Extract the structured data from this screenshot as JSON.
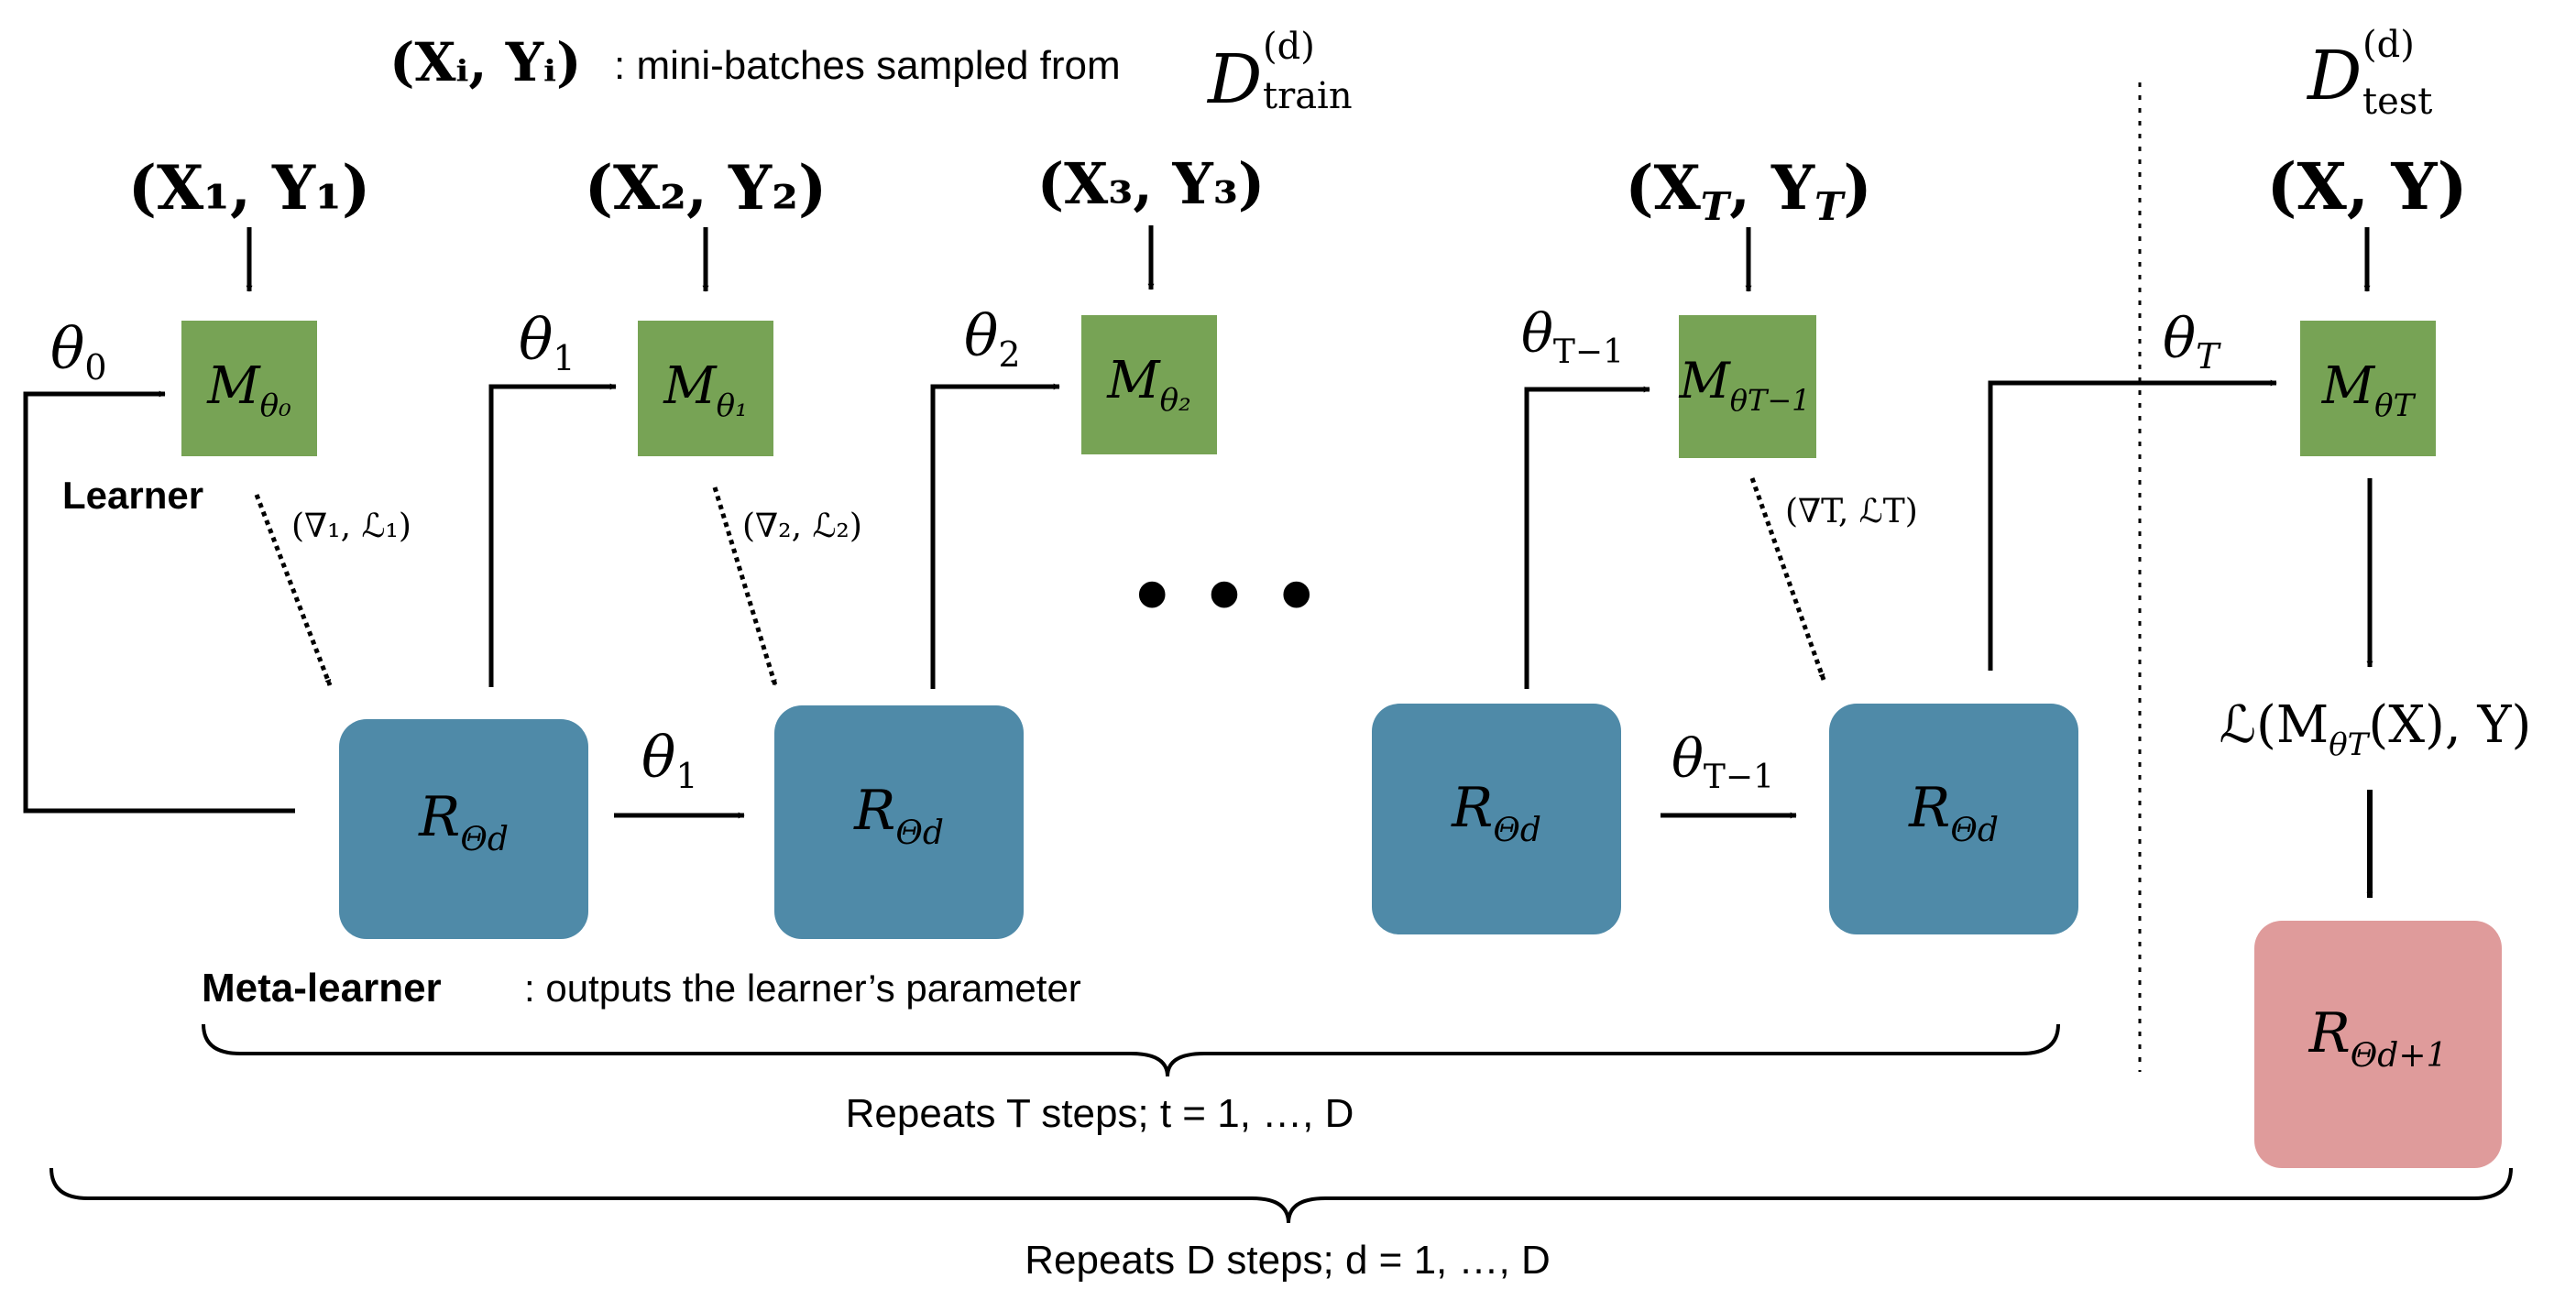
{
  "header": {
    "batch_var": "(Xᵢ, Yᵢ)",
    "batch_desc": ": mini-batches sampled from",
    "train_set": "D",
    "train_sup": "(d)",
    "train_sub": "train"
  },
  "test_header": {
    "set": "D",
    "sup": "(d)",
    "sub": "test"
  },
  "inputs": [
    {
      "label": "(X₁, Y₁)"
    },
    {
      "label": "(X₂, Y₂)"
    },
    {
      "label": "(X₃, Y₃)"
    },
    {
      "label": "(X",
      "sub": "T",
      "mid": ", Y",
      "sub2": "T",
      "end": ")"
    },
    {
      "label": "(X, Y)"
    }
  ],
  "learners": [
    {
      "base": "M",
      "sub": "θ₀"
    },
    {
      "base": "M",
      "sub": "θ₁"
    },
    {
      "base": "M",
      "sub": "θ₂"
    },
    {
      "base": "M",
      "sub": "θT−1"
    },
    {
      "base": "M",
      "sub": "θT"
    }
  ],
  "theta_labels": [
    {
      "base": "θ",
      "sub": "0"
    },
    {
      "base": "θ",
      "sub": "1"
    },
    {
      "base": "θ",
      "sub": "2"
    },
    {
      "base": "θ",
      "sub": "T−1"
    },
    {
      "base": "θ",
      "sub": "T"
    },
    {
      "base": "θ",
      "sub": "1"
    },
    {
      "base": "θ",
      "sub": "T−1"
    }
  ],
  "gradients": [
    "(∇₁, ℒ₁)",
    "(∇₂, ℒ₂)",
    "(∇T, ℒT)"
  ],
  "learner_tag": "Learner",
  "meta_learners": [
    {
      "base": "R",
      "sub": "Θd"
    },
    {
      "base": "R",
      "sub": "Θd"
    },
    {
      "base": "R",
      "sub": "Θd"
    },
    {
      "base": "R",
      "sub": "Θd"
    }
  ],
  "meta_updated": {
    "base": "R",
    "sub": "Θd+1"
  },
  "loss": {
    "prefix": "ℒ(M",
    "sub": "θT",
    "suffix": "(X), Y)"
  },
  "ellipsis": "• • •",
  "meta_tag": "Meta-learner",
  "meta_desc": ": outputs the learner’s parameter",
  "brace_inner": "Repeats T steps; t = 1, …, D",
  "brace_outer": "Repeats D steps; d = 1, …, D",
  "colors": {
    "learner": "#77a355",
    "meta": "#4f8aa8",
    "meta_updated": "#df9b9b",
    "line": "#000000"
  }
}
